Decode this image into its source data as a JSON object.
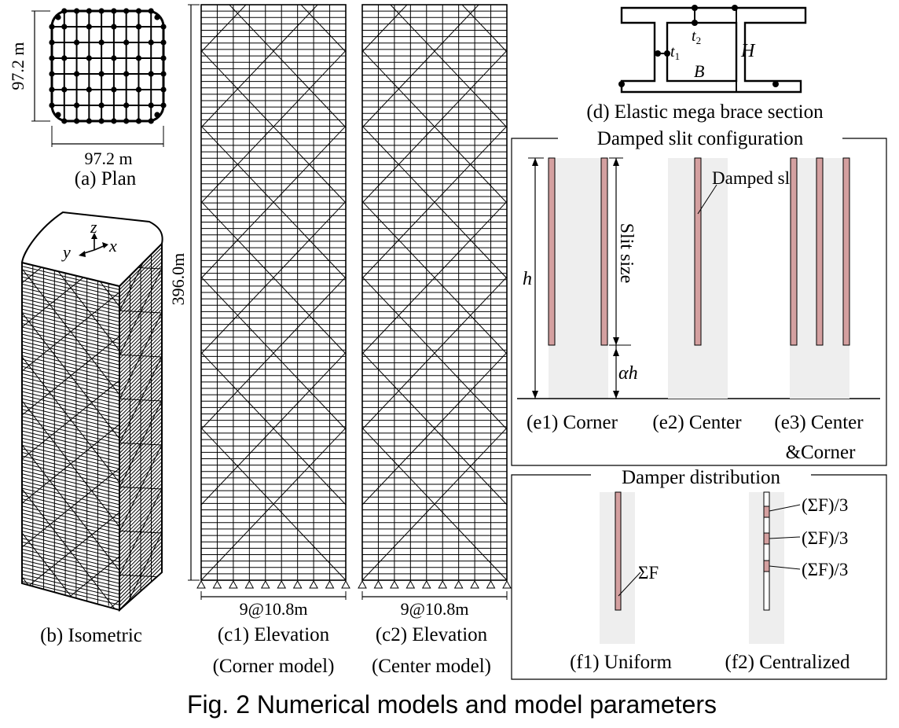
{
  "figure_title": "Fig. 2 Numerical models and model parameters",
  "colors": {
    "ink": "#000000",
    "slit_fill": "#d4a0a0",
    "panel_fill": "#eeeeee"
  },
  "plan": {
    "caption": "(a) Plan",
    "dim_width": "97.2 m",
    "dim_height": "97.2 m"
  },
  "isometric": {
    "caption": "(b) Isometric",
    "axis_x": "x",
    "axis_y": "y",
    "axis_z": "z"
  },
  "elevation_corner": {
    "caption_line1": "(c1) Elevation",
    "caption_line2": "(Corner model)",
    "dim_bottom": "9@10.8m",
    "dim_height": "396.0m"
  },
  "elevation_center": {
    "caption_line1": "(c2) Elevation",
    "caption_line2": "(Center model)",
    "dim_bottom": "9@10.8m"
  },
  "brace_section": {
    "caption": "(d) Elastic mega brace section",
    "label_t1": "t",
    "label_t1_sub": "1",
    "label_t2": "t",
    "label_t2_sub": "2",
    "label_H": "H",
    "label_B": "B"
  },
  "slit_config": {
    "title": "Damped slit configuration",
    "label_h": "h",
    "label_slit_size": "Slit size",
    "label_alpha_h": "αh",
    "label_damped_slit": "Damped slit",
    "caption_e1": "(e1) Corner",
    "caption_e2": "(e2) Center",
    "caption_e3_line1": "(e3) Center",
    "caption_e3_line2": "&Corner"
  },
  "damper_dist": {
    "title": "Damper distribution",
    "label_sum_f": "ΣF",
    "label_third_1": "(ΣF)/3",
    "label_third_2": "(ΣF)/3",
    "label_third_3": "(ΣF)/3",
    "caption_f1": "(f1) Uniform",
    "caption_f2": "(f2) Centralized"
  }
}
